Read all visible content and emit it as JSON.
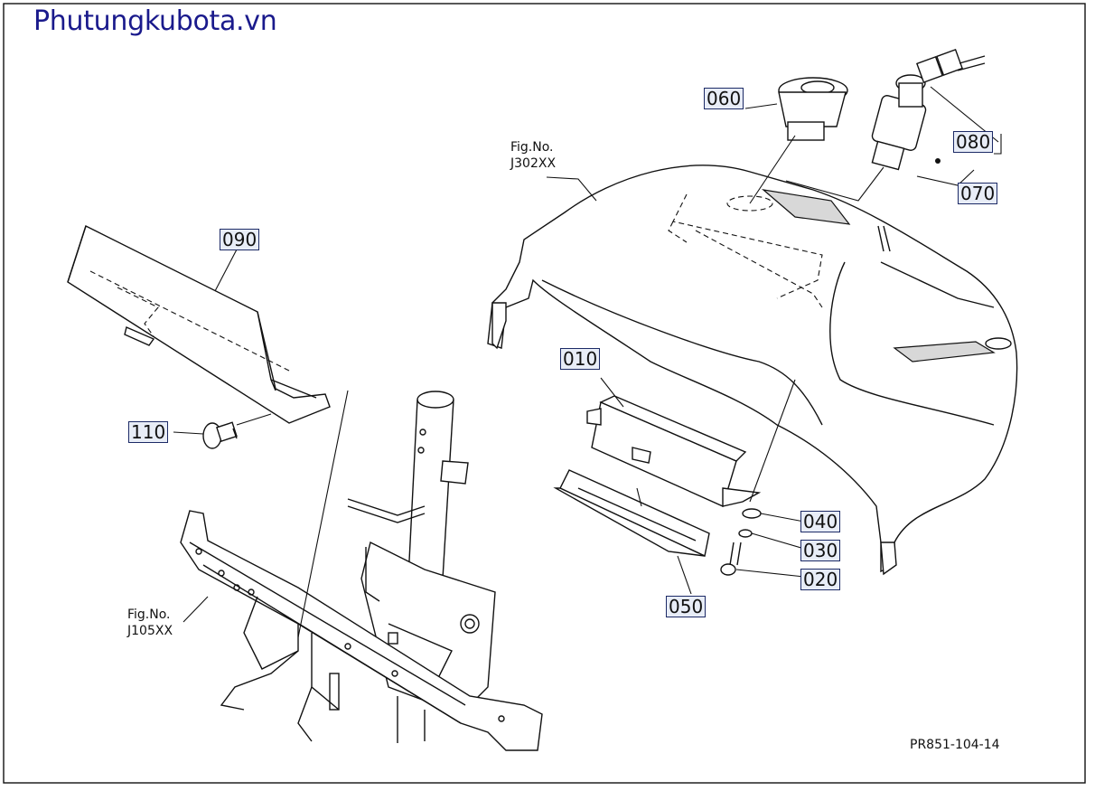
{
  "watermark": "Phutungkubota.vn",
  "figure_code": "PR851-104-14",
  "part_labels": {
    "p010": "010",
    "p020": "020",
    "p030": "030",
    "p040": "040",
    "p050": "050",
    "p060": "060",
    "p070": "070",
    "p080": "080",
    "p090": "090",
    "p110": "110"
  },
  "references": {
    "ref_j302": {
      "line1": "Fig.No.",
      "line2": "J302XX"
    },
    "ref_j105": {
      "line1": "Fig.No.",
      "line2": "J105XX"
    }
  },
  "colors": {
    "label_fill": "#e8edf7",
    "label_border": "#1c2a66",
    "watermark": "#1a1a8c"
  }
}
